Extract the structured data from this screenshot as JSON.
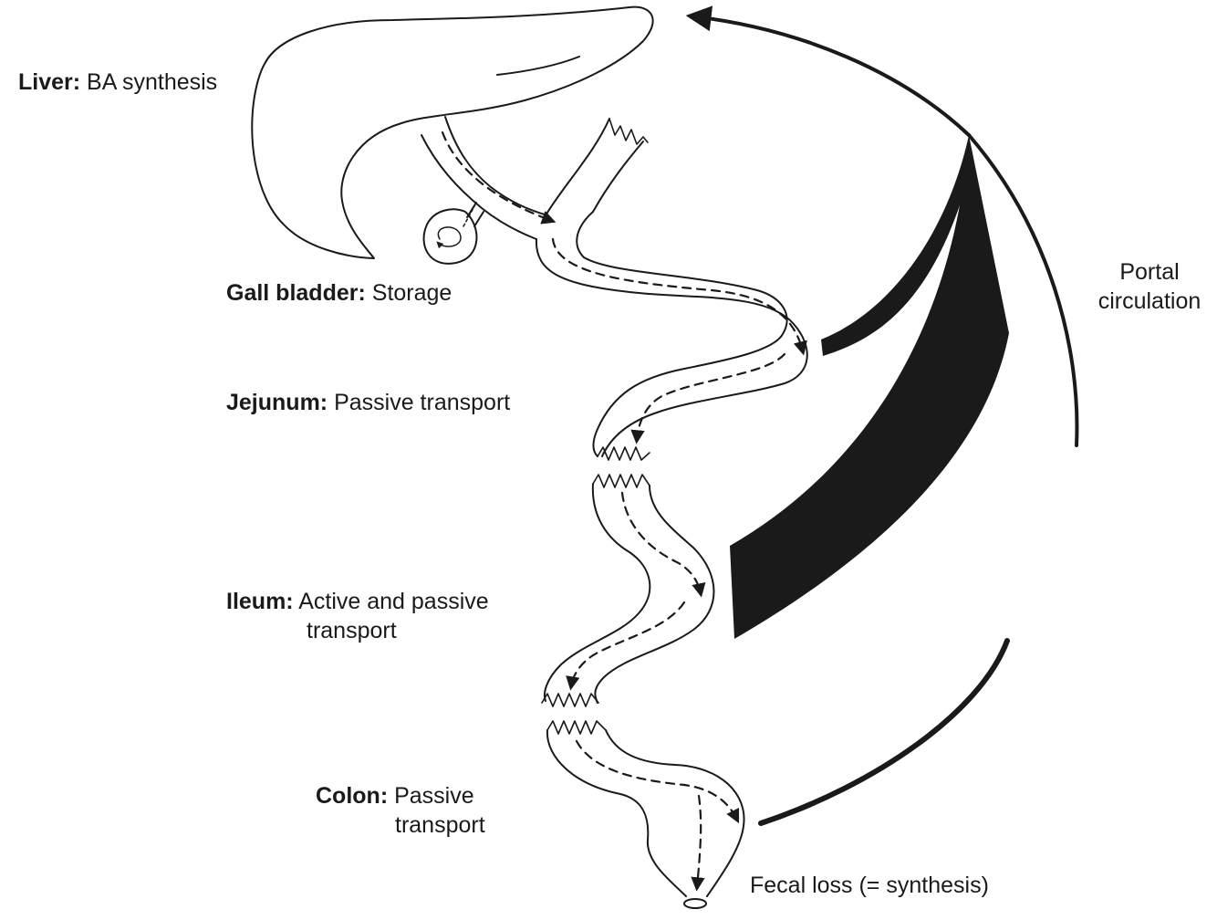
{
  "labels": {
    "liver": {
      "title": "Liver:",
      "text": "BA synthesis"
    },
    "gall": {
      "title": "Gall bladder:",
      "text": "Storage"
    },
    "jejunum": {
      "title": "Jejunum:",
      "text": "Passive transport"
    },
    "ileum": {
      "title": "Ileum:",
      "text": "Active and passive",
      "text2": "transport"
    },
    "colon": {
      "title": "Colon:",
      "text": "Passive",
      "text2": "transport"
    },
    "portal": {
      "line1": "Portal",
      "line2": "circulation"
    },
    "fecal": "Fecal loss (= synthesis)"
  },
  "colors": {
    "ink": "#1a1a1a",
    "background": "#ffffff"
  }
}
